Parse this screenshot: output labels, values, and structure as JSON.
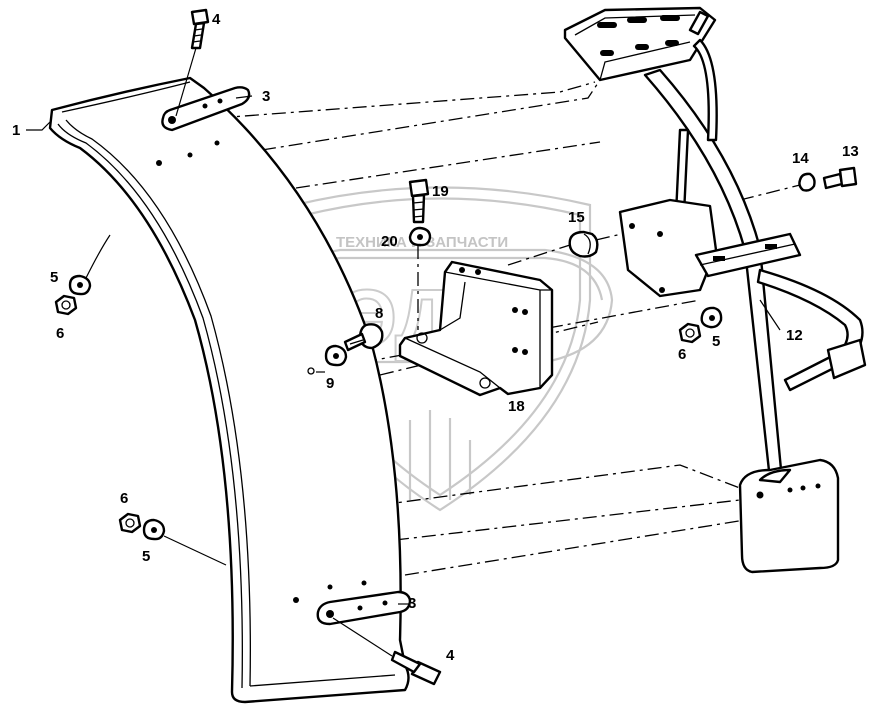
{
  "watermark": {
    "text": "ТЕХНИКА И ЗАПЧАСТИ",
    "logo_letters": "ЭДФ",
    "color": "#c8c8c8"
  },
  "callouts": [
    {
      "id": "c1",
      "text": "1"
    },
    {
      "id": "c3a",
      "text": "3"
    },
    {
      "id": "c3b",
      "text": "3"
    },
    {
      "id": "c4a",
      "text": "4"
    },
    {
      "id": "c4b",
      "text": "4"
    },
    {
      "id": "c5a",
      "text": "5"
    },
    {
      "id": "c5b",
      "text": "5"
    },
    {
      "id": "c5c",
      "text": "5"
    },
    {
      "id": "c6a",
      "text": "6"
    },
    {
      "id": "c6b",
      "text": "6"
    },
    {
      "id": "c6c",
      "text": "6"
    },
    {
      "id": "c8",
      "text": "8"
    },
    {
      "id": "c9",
      "text": "9"
    },
    {
      "id": "c12",
      "text": "12"
    },
    {
      "id": "c13",
      "text": "13"
    },
    {
      "id": "c14",
      "text": "14"
    },
    {
      "id": "c15",
      "text": "15"
    },
    {
      "id": "c18",
      "text": "18"
    },
    {
      "id": "c19",
      "text": "19"
    },
    {
      "id": "c20",
      "text": "20"
    }
  ]
}
